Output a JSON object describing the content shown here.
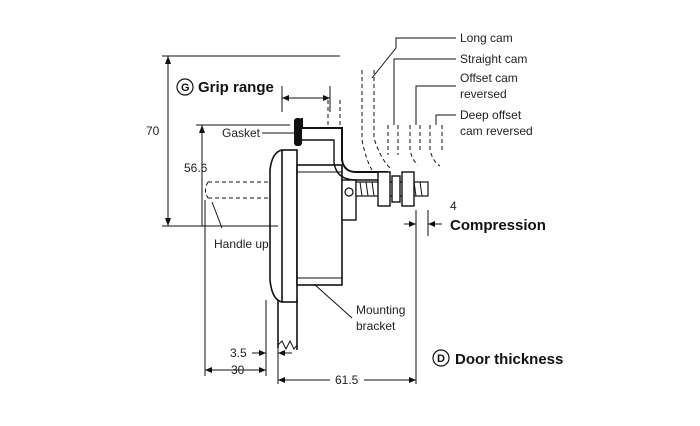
{
  "labels": {
    "long_cam": "Long cam",
    "straight_cam": "Straight cam",
    "offset_cam_line1": "Offset cam",
    "offset_cam_line2": "reversed",
    "deep_offset_line1": "Deep offset",
    "deep_offset_line2": "cam reversed",
    "gasket": "Gasket",
    "handle_up": "Handle up",
    "mounting_line1": "Mounting",
    "mounting_line2": "bracket"
  },
  "callouts": {
    "grip_range": {
      "badge": "G",
      "text": "Grip range"
    },
    "compression": {
      "text": "Compression"
    },
    "door_thickness": {
      "badge": "D",
      "text": "Door thickness"
    }
  },
  "dimensions": {
    "height_total": "70",
    "height_handle": "56.6",
    "compression": "4",
    "offset_small": "3.5",
    "width_30": "30",
    "width_61_5": "61.5"
  }
}
